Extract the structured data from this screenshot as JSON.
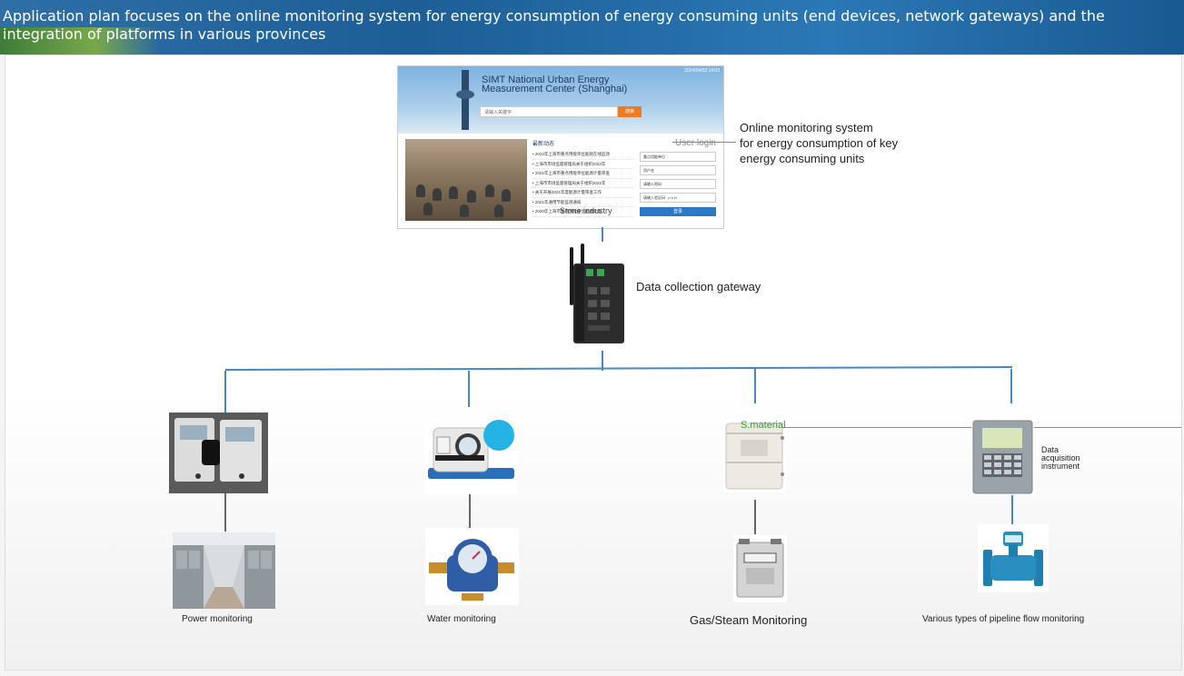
{
  "banner": {
    "title": "Application plan focuses on the online monitoring system for energy consumption of energy consuming units (end devices, network gateways) and the integration of platforms in various provinces"
  },
  "platform": {
    "label_lines": [
      "Online monitoring system",
      "for energy consumption of key",
      "energy consuming units"
    ],
    "screenshot": {
      "site_title": "SIMT National Urban Energy Measurement Center (Shanghai)",
      "search_button": "搜索",
      "news_header": "最新动态",
      "overlay_text": "Stone industry",
      "login_title": "User login",
      "login_button": "登录"
    }
  },
  "gateway": {
    "label": "Data collection gateway"
  },
  "branches": [
    {
      "device": "electric-meter",
      "sensor": "power-distribution-room",
      "label": "Power monitoring"
    },
    {
      "device": "smart-water-meter",
      "sensor": "water-meter",
      "label": "Water monitoring"
    },
    {
      "device": "gas-collector",
      "device_text": "S.material",
      "sensor": "gas-meter",
      "label": "Gas/Steam Monitoring"
    },
    {
      "device": "data-acquisition-instrument",
      "device_label": "Data acquisition instrument",
      "sensor": "pipeline-flow-meter",
      "label": "Various types of pipeline flow monitoring"
    }
  ],
  "colors": {
    "banner": "#1d5e96",
    "connector": "#4a86c3"
  }
}
